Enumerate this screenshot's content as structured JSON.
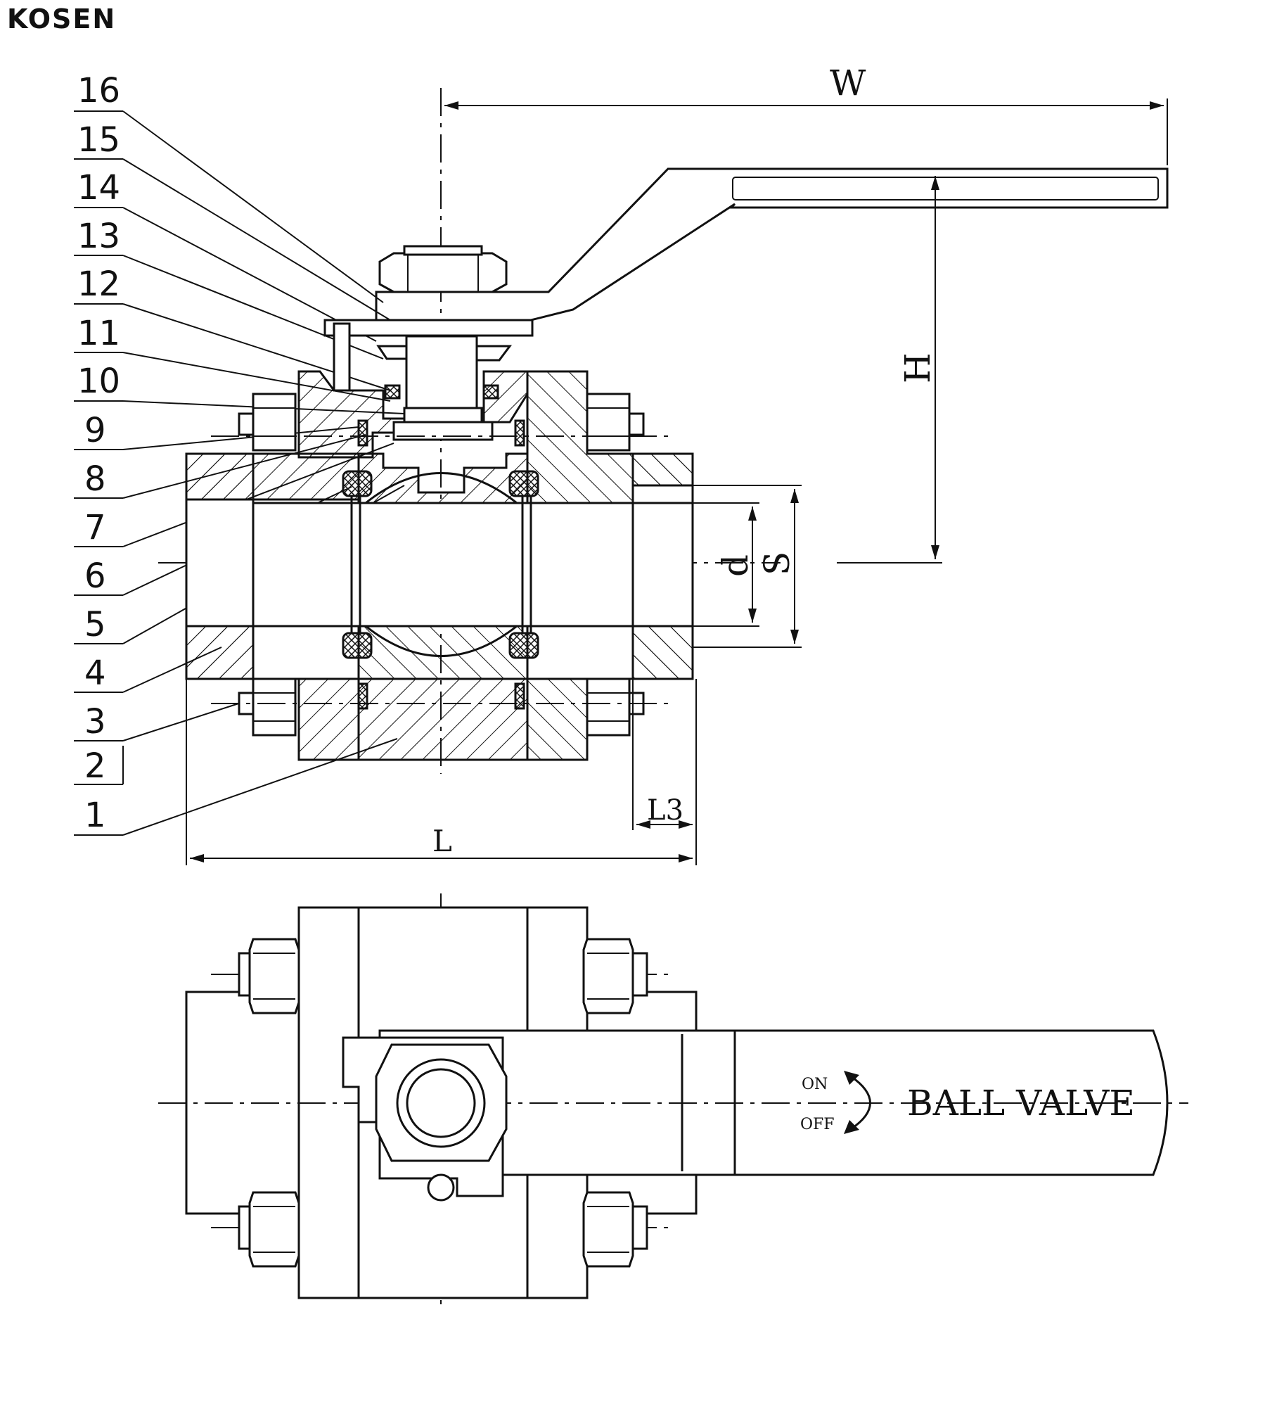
{
  "brand": "KOSEN",
  "part_numbers": [
    "16",
    "15",
    "14",
    "13",
    "12",
    "11",
    "10",
    "9",
    "8",
    "7",
    "6",
    "5",
    "4",
    "3",
    "2",
    "1"
  ],
  "dimensions": {
    "width": "W",
    "height": "H",
    "length": "L",
    "l3": "L3",
    "bore": "d",
    "socket": "S"
  },
  "handle_text": {
    "on": "ON",
    "off": "OFF",
    "label": "BALL VALVE"
  }
}
